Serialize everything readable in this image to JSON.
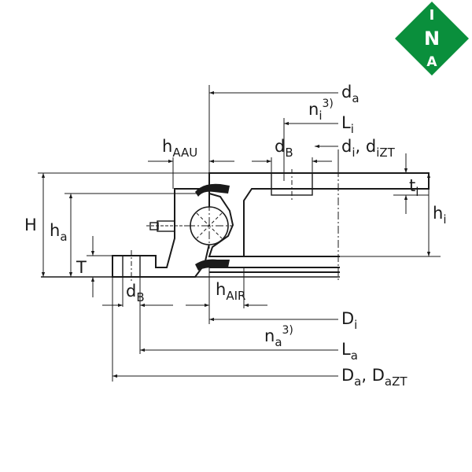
{
  "logo": {
    "brand": "INA",
    "letters": [
      "I",
      "N",
      "A"
    ],
    "colors": {
      "green": "#0a8f3c",
      "white": "#ffffff"
    }
  },
  "labels": {
    "da": {
      "main": "d",
      "sub": "a"
    },
    "ni": {
      "main": "n",
      "sub": "i",
      "sup": "3)"
    },
    "Li": {
      "main": "L",
      "sub": "i"
    },
    "haau": {
      "main": "h",
      "sub": "AAU"
    },
    "dB_top": {
      "main": "d",
      "sub": "B"
    },
    "di": {
      "main": "d",
      "sub": "i",
      "sep": ", ",
      "main2": "d",
      "sub2": "iZT"
    },
    "ti": {
      "main": "t",
      "sub": "i"
    },
    "hi": {
      "main": "h",
      "sub": "i"
    },
    "H": {
      "main": "H"
    },
    "ha": {
      "main": "h",
      "sub": "a"
    },
    "T": {
      "main": "T"
    },
    "dB_bottom": {
      "main": "d",
      "sub": "B"
    },
    "hair": {
      "main": "h",
      "sub": "AIR"
    },
    "Di": {
      "main": "D",
      "sub": "i"
    },
    "na": {
      "main": "n",
      "sub": "a",
      "sup": "3)"
    },
    "La": {
      "main": "L",
      "sub": "a"
    },
    "Da": {
      "main": "D",
      "sub": "a",
      "sep": ", ",
      "main2": "D",
      "sub2": "aZT"
    }
  },
  "colors": {
    "line": "#1a1a1a",
    "hatch": "#1a1a1a",
    "seal": "#1a1a1a"
  }
}
